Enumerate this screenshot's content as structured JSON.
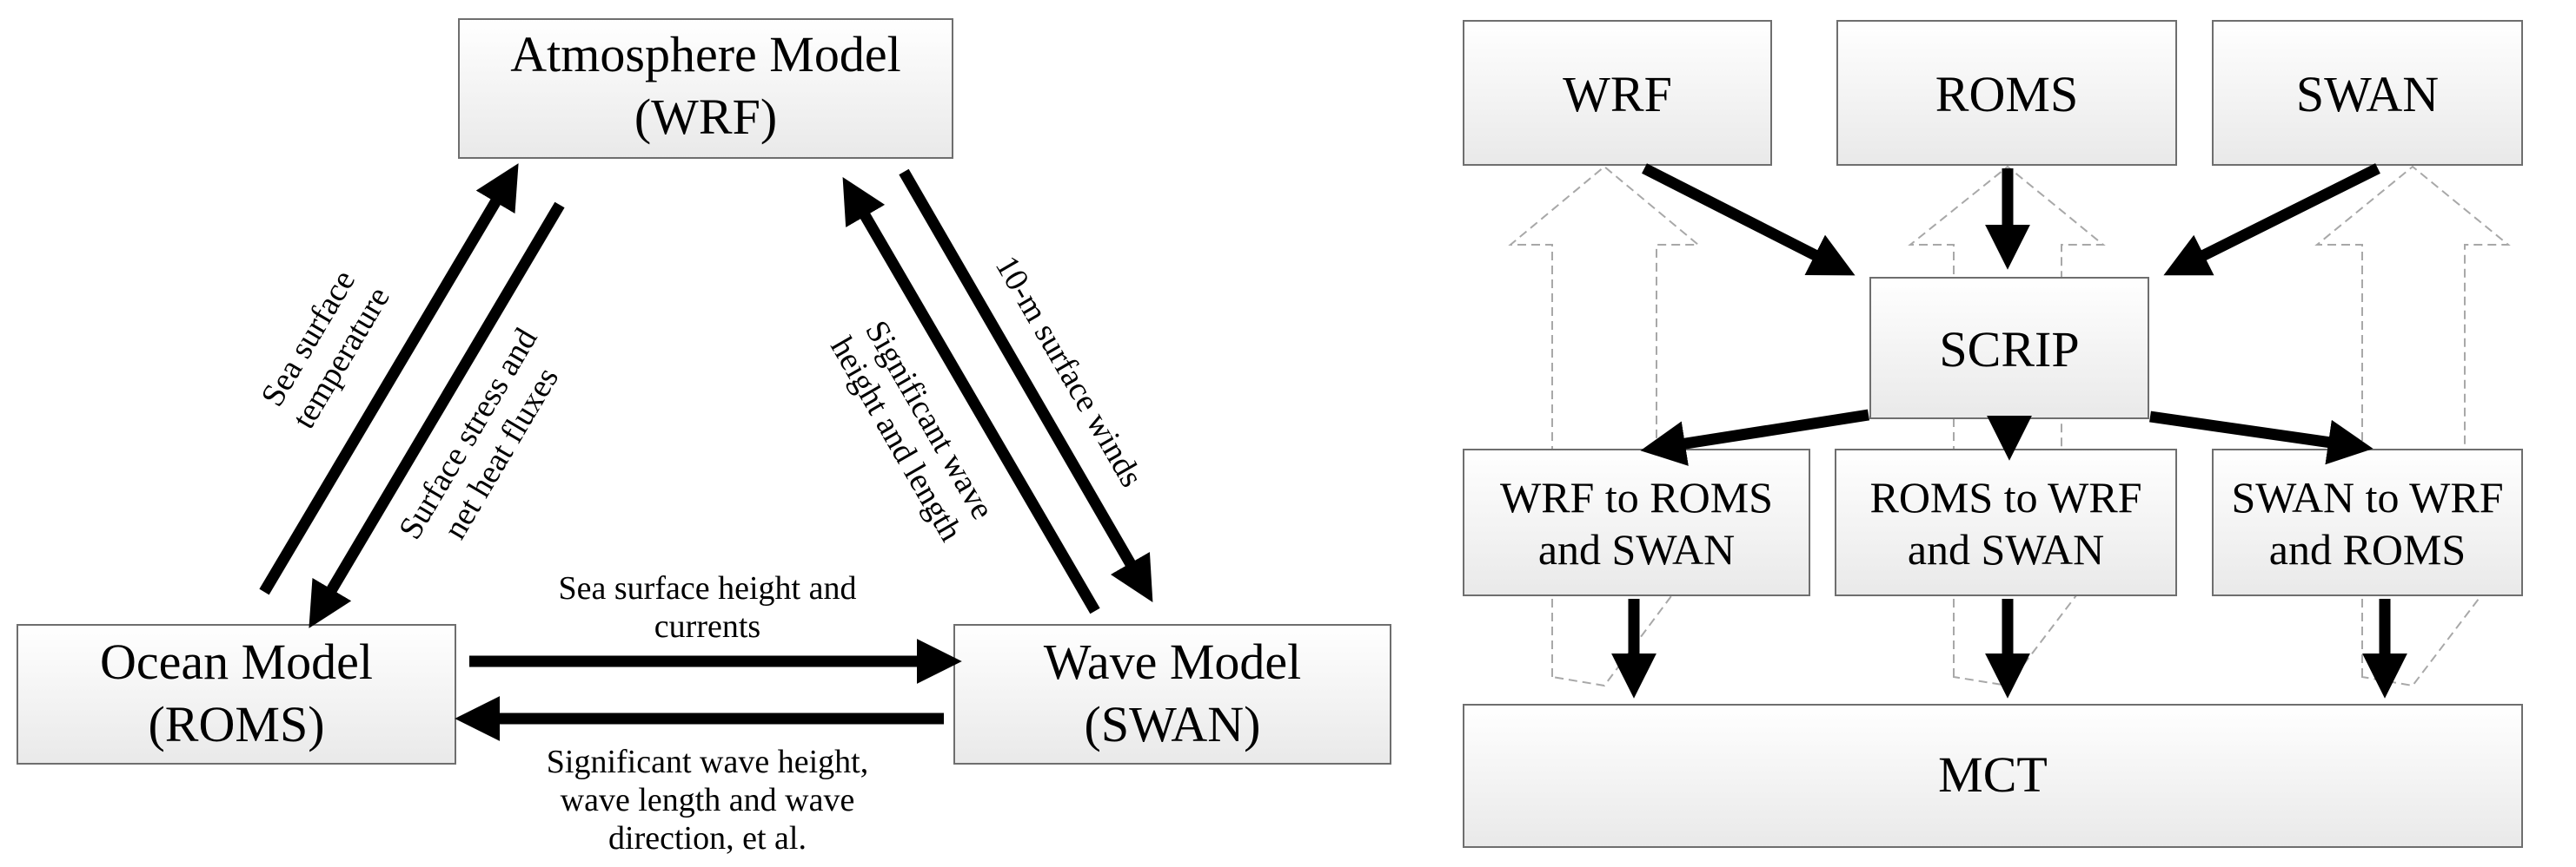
{
  "left": {
    "atmosphere": {
      "line1": "Atmosphere Model",
      "line2": "(WRF)"
    },
    "ocean": {
      "line1": "Ocean Model",
      "line2": "(ROMS)"
    },
    "wave": {
      "line1": "Wave Model",
      "line2": "(SWAN)"
    },
    "labels": {
      "sst": [
        "Sea surface",
        "temperature"
      ],
      "stress": [
        "Surface stress and",
        "net heat fluxes"
      ],
      "winds": [
        "10-m surface winds"
      ],
      "waveheight": [
        "Significant wave",
        "height and length"
      ],
      "ssh": [
        "Sea surface height and",
        "currents"
      ],
      "wavedir": [
        "Significant wave height,",
        "wave length and wave",
        "direction, et al."
      ]
    }
  },
  "right": {
    "wrf": "WRF",
    "roms": "ROMS",
    "swan": "SWAN",
    "scrip": "SCRIP",
    "wrf_to": [
      "WRF to ROMS",
      "and SWAN"
    ],
    "roms_to": [
      "ROMS to WRF",
      "and SWAN"
    ],
    "swan_to": [
      "SWAN to WRF",
      "and ROMS"
    ],
    "mct": "MCT"
  }
}
